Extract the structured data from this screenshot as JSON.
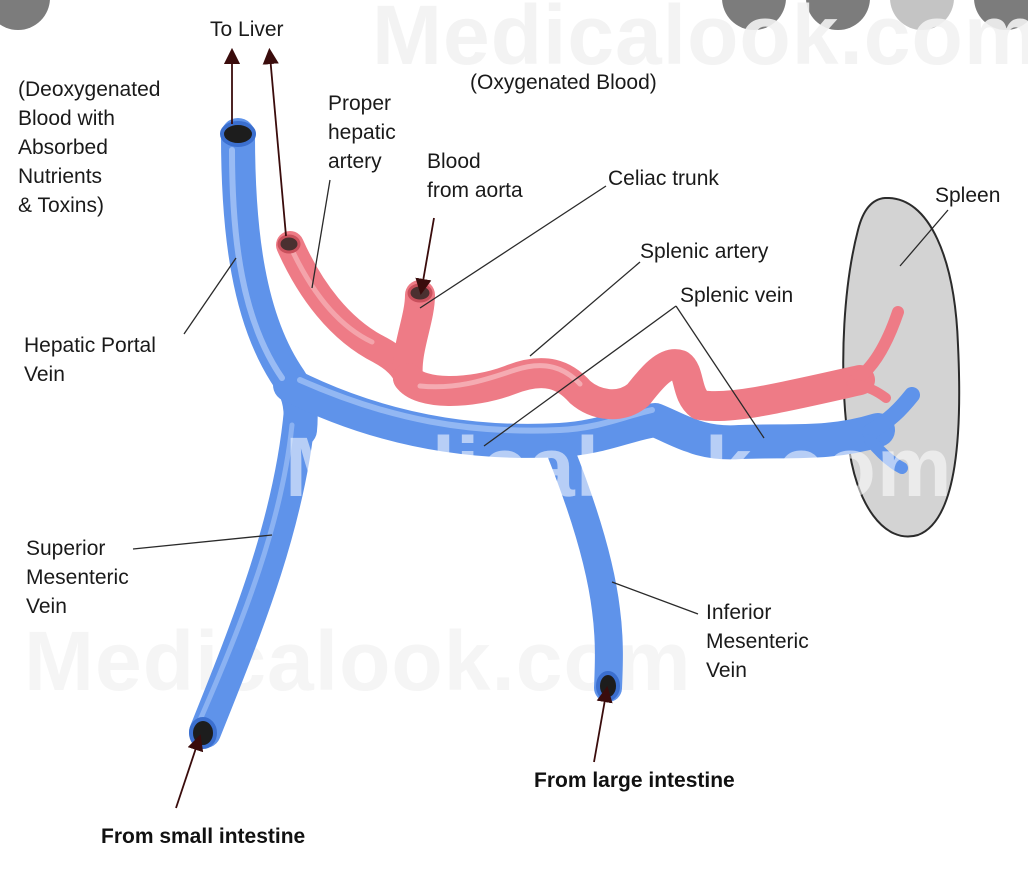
{
  "labels": {
    "to_liver": "To Liver",
    "deoxygenated": [
      "(Deoxygenated",
      "Blood with",
      "Absorbed",
      "Nutrients",
      "& Toxins)"
    ],
    "proper_hepatic_artery": [
      "Proper",
      "hepatic",
      "artery"
    ],
    "blood_from_aorta": [
      "Blood",
      "from aorta"
    ],
    "oxygenated": "(Oxygenated Blood)",
    "celiac_trunk": "Celiac trunk",
    "spleen": "Spleen",
    "splenic_artery": "Splenic artery",
    "splenic_vein": "Splenic vein",
    "hepatic_portal_vein": [
      "Hepatic Portal",
      "Vein"
    ],
    "superior_mesenteric_vein": [
      "Superior",
      "Mesenteric",
      "Vein"
    ],
    "inferior_mesenteric_vein": [
      "Inferior",
      "Mesenteric",
      "Vein"
    ],
    "from_large_intestine": "From large intestine",
    "from_small_intestine": "From small intestine"
  },
  "watermark": "Medicalook.com",
  "colors": {
    "vein": "#5f93ea",
    "vein_light": "#a8c6f6",
    "vein_dark": "#3b6fcf",
    "artery": "#ee7b86",
    "artery_light": "#f8c0c4",
    "artery_dark": "#c9505c",
    "spleen": "#d3d3d3",
    "spleen_outline": "#2b2b2b",
    "text": "#1a1a1a"
  },
  "icons": [
    "close-icon",
    "share-icon",
    "more-icon",
    "expand-icon",
    "more-vert-icon"
  ]
}
